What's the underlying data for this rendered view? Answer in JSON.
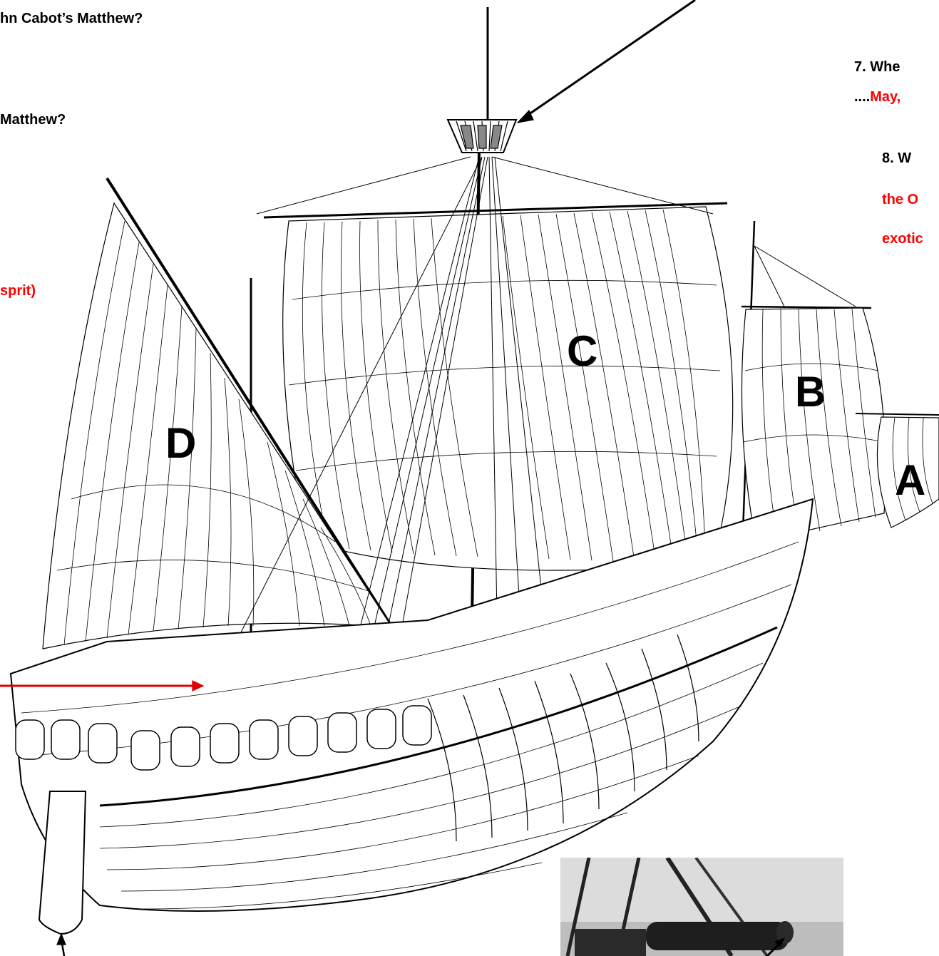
{
  "questions_left": {
    "q_cabot": "hn Cabot’s Matthew?",
    "q_matthew": "Matthew?",
    "answer_sprit": "sprit)"
  },
  "questions_right": {
    "q7": "7.  Whe",
    "a7_prefix": "....",
    "a7": "May,",
    "q8": "8.  W",
    "a8_line1": "the O",
    "a8_line2": "exotic"
  },
  "sail_labels": {
    "a": "A",
    "b": "B",
    "c": "C",
    "d": "D"
  },
  "icons": {
    "ship_drawing": "ship-line-drawing",
    "cannon_photo": "cannon-photo"
  },
  "colors": {
    "question_text": "#000000",
    "answer_text": "#ff0000",
    "arrow_red": "#e00000"
  }
}
